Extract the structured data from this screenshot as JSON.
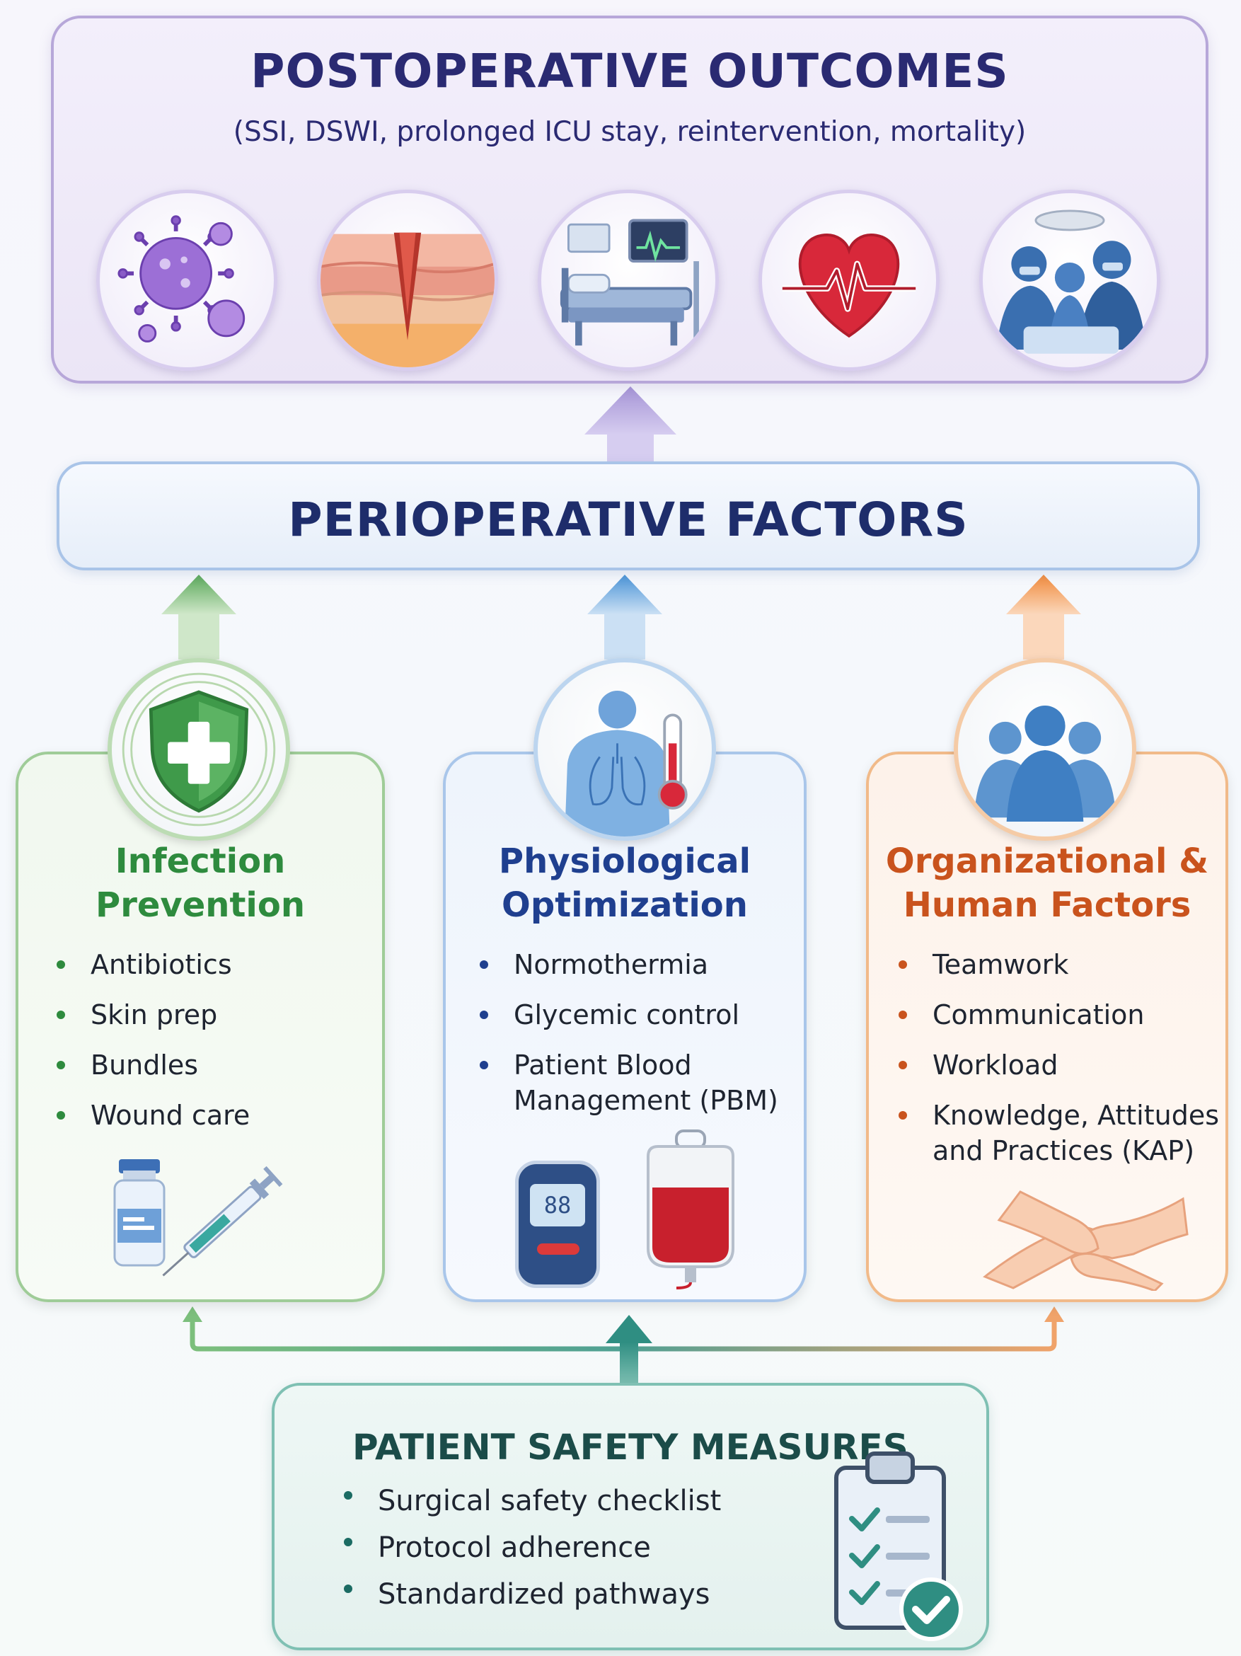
{
  "outcomes": {
    "title": "POSTOPERATIVE OUTCOMES",
    "subtitle": "(SSI, DSWI, prolonged ICU stay, reintervention, mortality)",
    "icons": [
      "virus-icon",
      "skin-incision-icon",
      "icu-bed-icon",
      "heart-icon",
      "surgical-team-icon"
    ]
  },
  "perioperative": {
    "title": "PERIOPERATIVE FACTORS"
  },
  "factors": {
    "infection": {
      "title_line1": "Infection",
      "title_line2": "Prevention",
      "items": [
        "Antibiotics",
        "Skin prep",
        "Bundles",
        "Wound care"
      ],
      "color": "#2e8b3e",
      "icons": [
        "shield-cross-icon",
        "vial-syringe-icon"
      ]
    },
    "physiological": {
      "title_line1": "Physiological",
      "title_line2": "Optimization",
      "items": [
        "Normothermia",
        "Glycemic control",
        "Patient Blood",
        "Management (PBM)"
      ],
      "color": "#1f3f8f",
      "icons": [
        "body-thermometer-icon",
        "glucometer-icon",
        "blood-bag-icon"
      ],
      "glucometer_display": "88"
    },
    "organizational": {
      "title_line1": "Organizational &",
      "title_line2": "Human Factors",
      "items": [
        "Teamwork",
        "Communication",
        "Workload",
        "Knowledge, Attitudes",
        "and Practices (KAP)"
      ],
      "color": "#c9531d",
      "icons": [
        "people-group-icon",
        "joined-hands-icon"
      ]
    }
  },
  "safety": {
    "title": "PATIENT SAFETY MEASURES",
    "items": [
      "Surgical safety checklist",
      "Protocol adherence",
      "Standardized pathways"
    ],
    "color": "#1b4c49",
    "icons": [
      "clipboard-checklist-icon"
    ]
  }
}
